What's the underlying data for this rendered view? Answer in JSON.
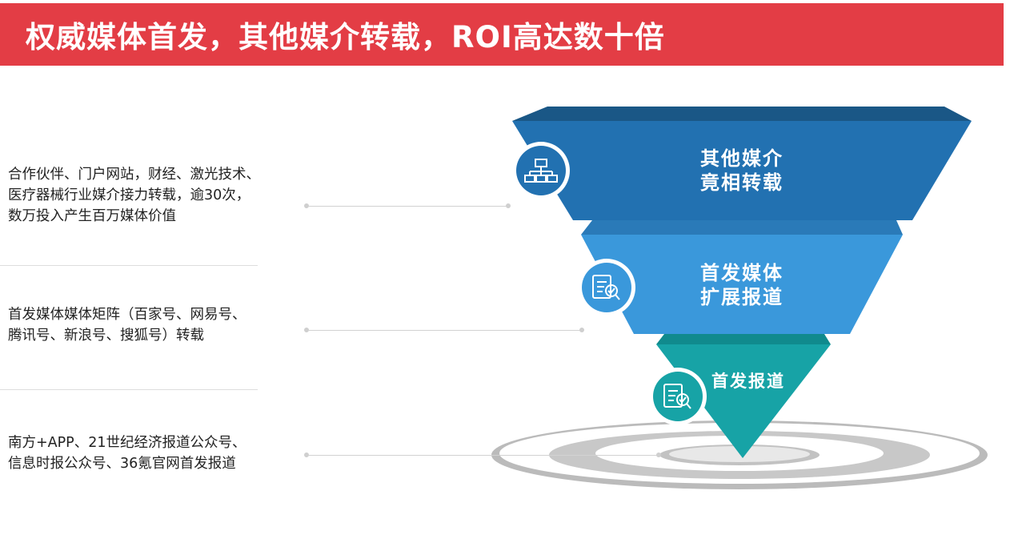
{
  "header": {
    "title": "权威媒体首发，其他媒介转载，ROI高达数十倍",
    "background_color": "#e33d45"
  },
  "funnel": {
    "layers": [
      {
        "label_line1": "其他媒介",
        "label_line2": "竟相转载",
        "icon": "org-chart-icon",
        "color": "#2271b1",
        "top_color": "#1a5786",
        "description": [
          "合作伙伴、门户网站，财经、激光技术、",
          "医疗器械行业媒介接力转载，逾30次，",
          "数万投入产生百万媒体价值"
        ]
      },
      {
        "label_line1": "首发媒体",
        "label_line2": "扩展报道",
        "icon": "document-check-icon",
        "color": "#3a98db",
        "top_color": "#2a7ab8",
        "description": [
          "首发媒体媒体矩阵（百家号、网易号、",
          "腾讯号、新浪号、搜狐号）转载"
        ]
      },
      {
        "label_line1": "首发报道",
        "icon": "document-check-icon",
        "color": "#17a3a6",
        "top_color": "#108a8d",
        "description": [
          "南方+APP、21世纪经济报道公众号、",
          "信息时报公众号、36氪官网首发报道"
        ]
      }
    ]
  }
}
